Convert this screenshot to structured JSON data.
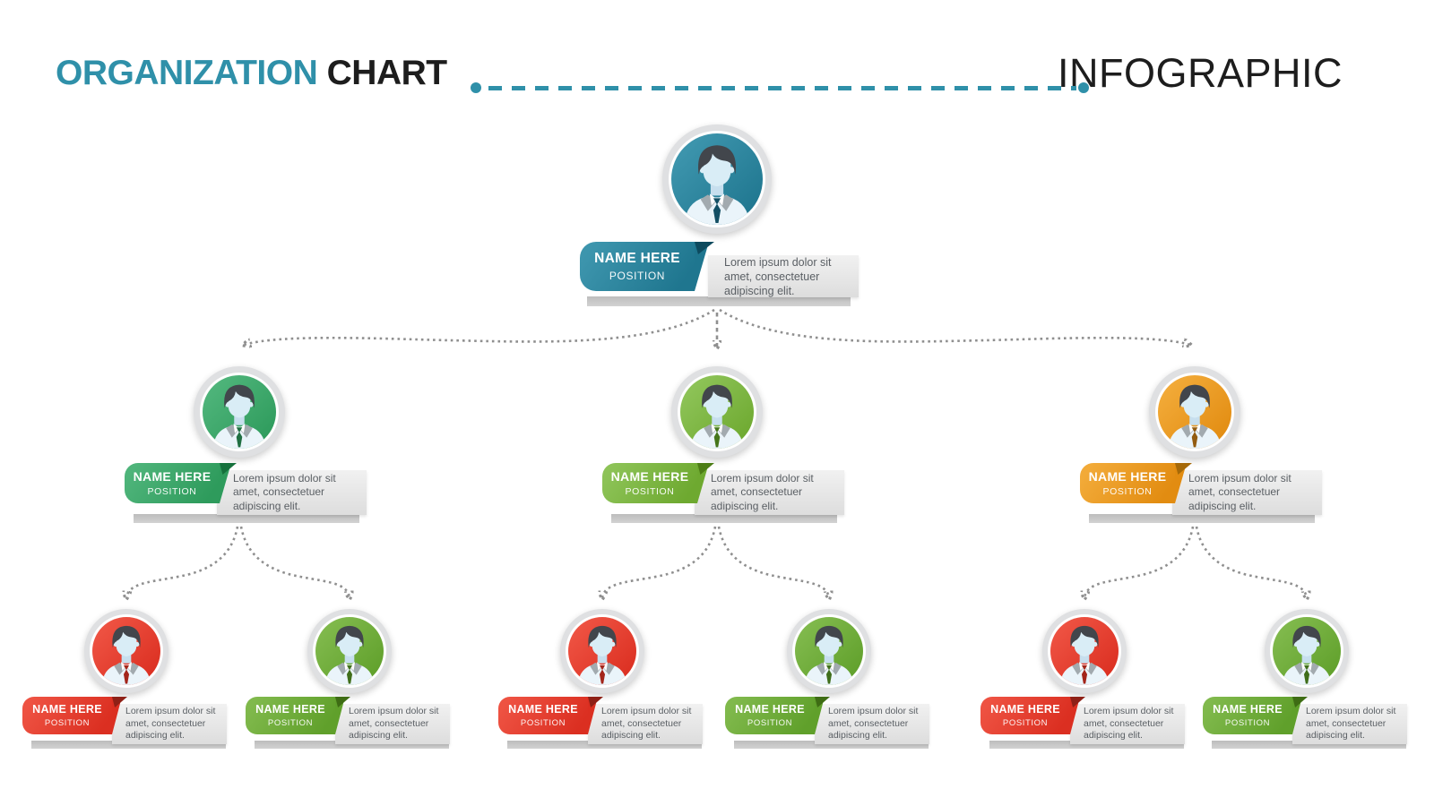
{
  "header": {
    "title_primary": "ORGANIZATION",
    "title_secondary": "CHART",
    "title_right": "INFOGRAPHIC",
    "accent_color": "#2f90a9",
    "title_color": "#1d1d1d"
  },
  "connector_color": "#8f8f8f",
  "nodes": [
    {
      "id": "root",
      "level": 1,
      "parent": null,
      "name": "NAME HERE",
      "position": "POSITION",
      "description": "Lorem ipsum dolor sit amet, consectetuer adipiscing elit.",
      "colors": {
        "light": "#3d95ad",
        "main": "#1f768f",
        "dark": "#0d4a5e",
        "tie": "#134f64"
      }
    },
    {
      "id": "manager-1",
      "level": 2,
      "parent": "root",
      "name": "NAME HERE",
      "position": "POSITION",
      "description": "Lorem ipsum dolor sit amet, consectetuer adipiscing elit.",
      "colors": {
        "light": "#4eb47a",
        "main": "#2e9b5c",
        "dark": "#15713c",
        "tie": "#1f6f42"
      }
    },
    {
      "id": "manager-2",
      "level": 2,
      "parent": "root",
      "name": "NAME HERE",
      "position": "POSITION",
      "description": "Lorem ipsum dolor sit amet, consectetuer adipiscing elit.",
      "colors": {
        "light": "#8dc357",
        "main": "#6ea930",
        "dark": "#4c7d15",
        "tie": "#45761b"
      }
    },
    {
      "id": "manager-3",
      "level": 2,
      "parent": "root",
      "name": "NAME HERE",
      "position": "POSITION",
      "description": "Lorem ipsum dolor sit amet, consectetuer adipiscing elit.",
      "colors": {
        "light": "#f2aa38",
        "main": "#e28c11",
        "dark": "#a66908",
        "tie": "#935c10"
      }
    },
    {
      "id": "employee-1",
      "level": 3,
      "parent": "manager-1",
      "name": "NAME HERE",
      "position": "POSITION",
      "description": "Lorem ipsum dolor sit amet, consectetuer adipiscing elit.",
      "colors": {
        "light": "#ee5242",
        "main": "#db2f21",
        "dark": "#8e2016",
        "tie": "#a3251a"
      }
    },
    {
      "id": "employee-2",
      "level": 3,
      "parent": "manager-1",
      "name": "NAME HERE",
      "position": "POSITION",
      "description": "Lorem ipsum dolor sit amet, consectetuer adipiscing elit.",
      "colors": {
        "light": "#80b94c",
        "main": "#60a02b",
        "dark": "#3e6c14",
        "tie": "#3f6e1a"
      }
    },
    {
      "id": "employee-3",
      "level": 3,
      "parent": "manager-2",
      "name": "NAME HERE",
      "position": "POSITION",
      "description": "Lorem ipsum dolor sit amet, consectetuer adipiscing elit.",
      "colors": {
        "light": "#ee5242",
        "main": "#db2f21",
        "dark": "#8e2016",
        "tie": "#a3251a"
      }
    },
    {
      "id": "employee-4",
      "level": 3,
      "parent": "manager-2",
      "name": "NAME HERE",
      "position": "POSITION",
      "description": "Lorem ipsum dolor sit amet, consectetuer adipiscing elit.",
      "colors": {
        "light": "#80b94c",
        "main": "#60a02b",
        "dark": "#3e6c14",
        "tie": "#3f6e1a"
      }
    },
    {
      "id": "employee-5",
      "level": 3,
      "parent": "manager-3",
      "name": "NAME HERE",
      "position": "POSITION",
      "description": "Lorem ipsum dolor sit amet, consectetuer adipiscing elit.",
      "colors": {
        "light": "#ee5242",
        "main": "#db2f21",
        "dark": "#8e2016",
        "tie": "#a3251a"
      }
    },
    {
      "id": "employee-6",
      "level": 3,
      "parent": "manager-3",
      "name": "NAME HERE",
      "position": "POSITION",
      "description": "Lorem ipsum dolor sit amet, consectetuer adipiscing elit.",
      "colors": {
        "light": "#80b94c",
        "main": "#60a02b",
        "dark": "#3e6c14",
        "tie": "#3f6e1a"
      }
    }
  ]
}
